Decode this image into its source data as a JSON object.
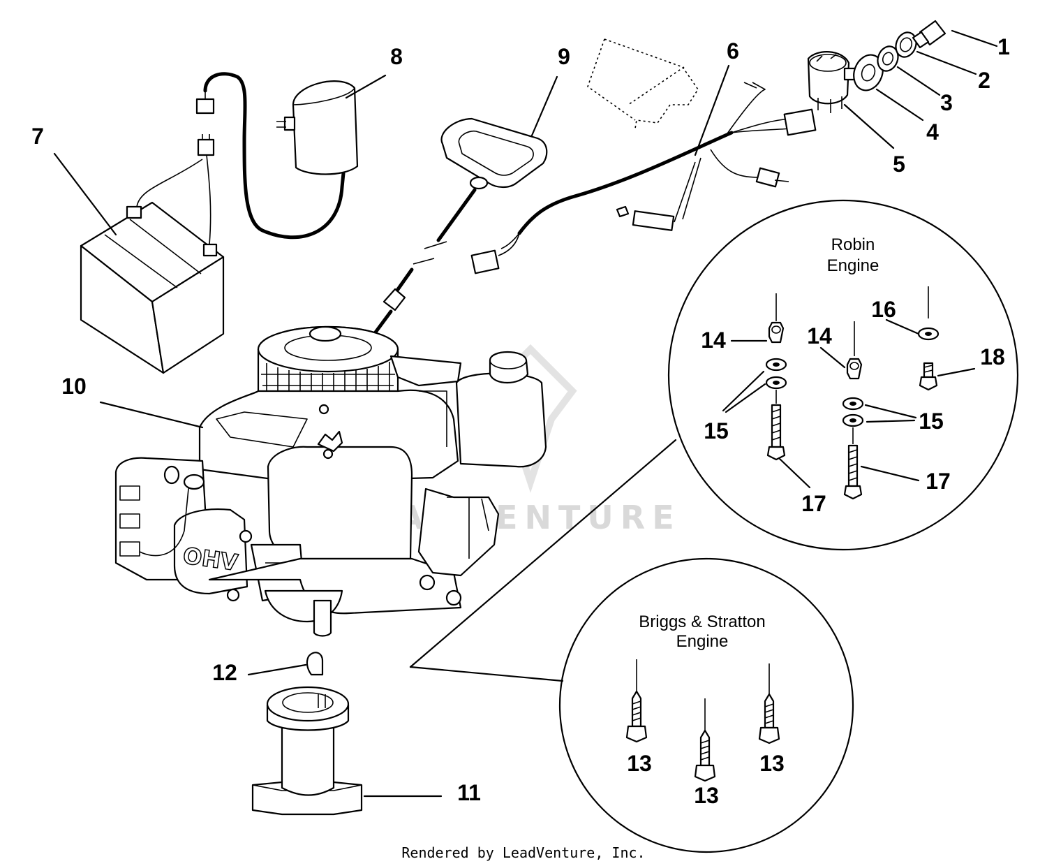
{
  "watermark": "LEADVENTURE",
  "footer": "Rendered by LeadVenture, Inc.",
  "details": {
    "robin": {
      "title_line1": "Robin",
      "title_line2": "Engine"
    },
    "briggs": {
      "title_line1": "Briggs & Stratton",
      "title_line2": "Engine"
    }
  },
  "callouts": [
    "1",
    "2",
    "3",
    "4",
    "5",
    "6",
    "7",
    "8",
    "9",
    "10",
    "11",
    "12",
    "13",
    "14",
    "15",
    "16",
    "17",
    "18"
  ]
}
